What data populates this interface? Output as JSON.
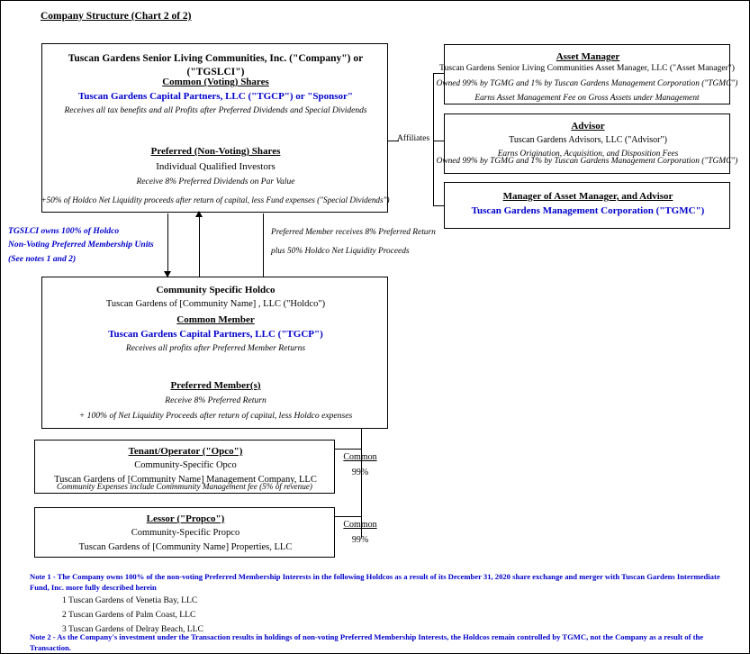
{
  "chart_title": "Company Structure (Chart 2 of 2)",
  "company_box": {
    "header": "Tuscan Gardens Senior Living Communities, Inc. (\"Company\") or (\"TGSLCI\")",
    "common_heading": "Common (Voting) Shares",
    "common_entity": "Tuscan Gardens Capital Partners, LLC (\"TGCP\") or \"Sponsor\"",
    "common_note": "Receives all tax benefits and all Profits after Preferred Dividends and Special Dividends",
    "preferred_heading": "Preferred (Non-Voting) Shares",
    "preferred_entity": "Individual Qualified Investors",
    "preferred_note1": "Receive 8% Preferred Dividends on Par Value",
    "preferred_note2": "+50% of Holdco Net Liquidity proceeds after return of capital, less Fund expenses (\"Special Dividends\")"
  },
  "asset_manager_box": {
    "header": "Asset Manager",
    "line1": "Tuscan Gardens Senior Living Communities Asset Manager, LLC (\"Asset Manager\")",
    "line2": "Owned 99% by TGMG and 1% by Tuscan Gardens Management Corporation (\"TGMC\")",
    "line3": "Earns Asset Management Fee on Gross Assets under Management"
  },
  "advisor_box": {
    "header": "Advisor",
    "line1": "Tuscan Gardens Advisors, LLC (\"Advisor\")",
    "line2": "Earns Origination, Acquisition, and Disposition Fees",
    "line3": "Owned 99% by TGMG and 1% by Tuscan Gardens Management Corporation (\"TGMC\")"
  },
  "manager_box": {
    "header": "Manager of Asset Manager, and Advisor",
    "line1": "Tuscan Gardens Management Corporation (\"TGMC\")"
  },
  "affiliates_label": "Affiliates",
  "left_annotation": {
    "line1": "TGSLCI owns  100% of Holdco",
    "line2": "Non-Voting Preferred Membership Units",
    "line3": "(See notes 1 and 2)"
  },
  "center_annotation": {
    "line1": "Preferred Member receives 8% Preferred Return",
    "line2": "plus 50% Holdco Net Liquidity Proceeds"
  },
  "holdco_box": {
    "header": "Community Specific Holdco",
    "line1": "Tuscan Gardens of [Community Name] , LLC (\"Holdco\")",
    "common_heading": "Common Member",
    "common_entity": "Tuscan Gardens Capital Partners, LLC (\"TGCP\")",
    "common_note": "Receives all profits after Preferred Member Returns",
    "preferred_heading": "Preferred Member(s)",
    "preferred_note1": "Receive 8% Preferred Return",
    "preferred_note2": "+ 100% of Net Liquidity Proceeds after return of capital, less Holdco expenses"
  },
  "opco_box": {
    "header": "Tenant/Operator (\"Opco\")",
    "line1": "Community-Specific Opco",
    "line2": "Tuscan Gardens of [Community Name]  Management Company, LLC",
    "line3": "Community Expenses include Commmunity Management fee (5% of revenue)",
    "ownership_label": "Common",
    "ownership_pct": "99%"
  },
  "propco_box": {
    "header": "Lessor (\"Propco\")",
    "line1": "Community-Specific Propco",
    "line2": "Tuscan Gardens of [Community Name] Properties, LLC",
    "ownership_label": "Common",
    "ownership_pct": "99%"
  },
  "notes": {
    "note1": "Note 1 - The Company owns 100% of the non-voting Preferred Membership Interests in the following Holdcos as a result of its December 31, 2020 share exchange and merger with Tuscan Gardens Intermediate Fund, Inc.  more fully described herein",
    "holdco_list": [
      "1  Tuscan Gardens of Venetia Bay, LLC",
      "2  Tuscan Gardens of Palm Coast, LLC",
      "3  Tuscan Gardens of Delray Beach, LLC"
    ],
    "note2": "Note 2 - As the Company's investment under the Transaction results in holdings of non-voting Preferred Membership Interests, the Holdcos remain controlled by TGMC, not the Company as a result of the Transaction."
  },
  "colors": {
    "blue": "#0000cc",
    "black": "#000000",
    "background": "#ffffff"
  }
}
